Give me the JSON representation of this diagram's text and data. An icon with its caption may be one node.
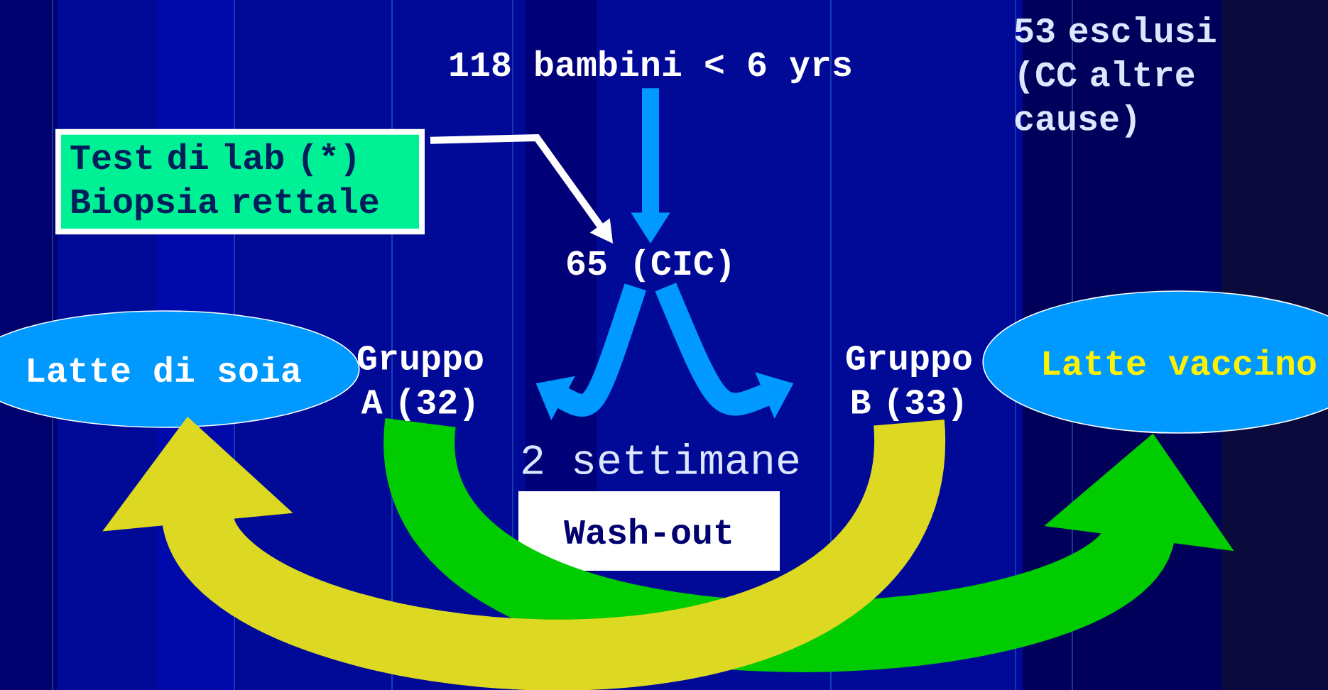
{
  "diagram": {
    "nodes": [
      {
        "text": [
          "118 bambini < 6 yrs"
        ]
      },
      {
        "text": [
          "Test di lab (*) Biopsia rettale"
        ]
      },
      {
        "text": [
          "65 (CIC)"
        ]
      },
      {
        "text": [
          "Gruppo A (32)"
        ]
      },
      {
        "text": [
          "Gruppo B (33)"
        ]
      },
      {
        "text": [
          "Latte di soia"
        ]
      },
      {
        "text": [
          "Latte vaccino"
        ]
      },
      {
        "text": [
          "Wash-out"
        ]
      }
    ],
    "edges": [
      {
        "from": 0,
        "to": 2,
        "arrow": "to"
      },
      {
        "from": 1,
        "to": 2,
        "arrow": "to",
        "color": "#ffffff"
      },
      {
        "from": 2,
        "to": 3,
        "arrow": "to"
      },
      {
        "from": 2,
        "to": 4,
        "arrow": "to"
      },
      {
        "from": 3,
        "to": 6,
        "arrow": "to",
        "style": "thick",
        "color": "#00cc00"
      },
      {
        "from": 4,
        "to": 5,
        "arrow": "to",
        "style": "thick",
        "color": "#ddd822"
      }
    ],
    "labels": [
      "53 esclusi (CC altre cause)",
      "2 settimane"
    ]
  }
}
